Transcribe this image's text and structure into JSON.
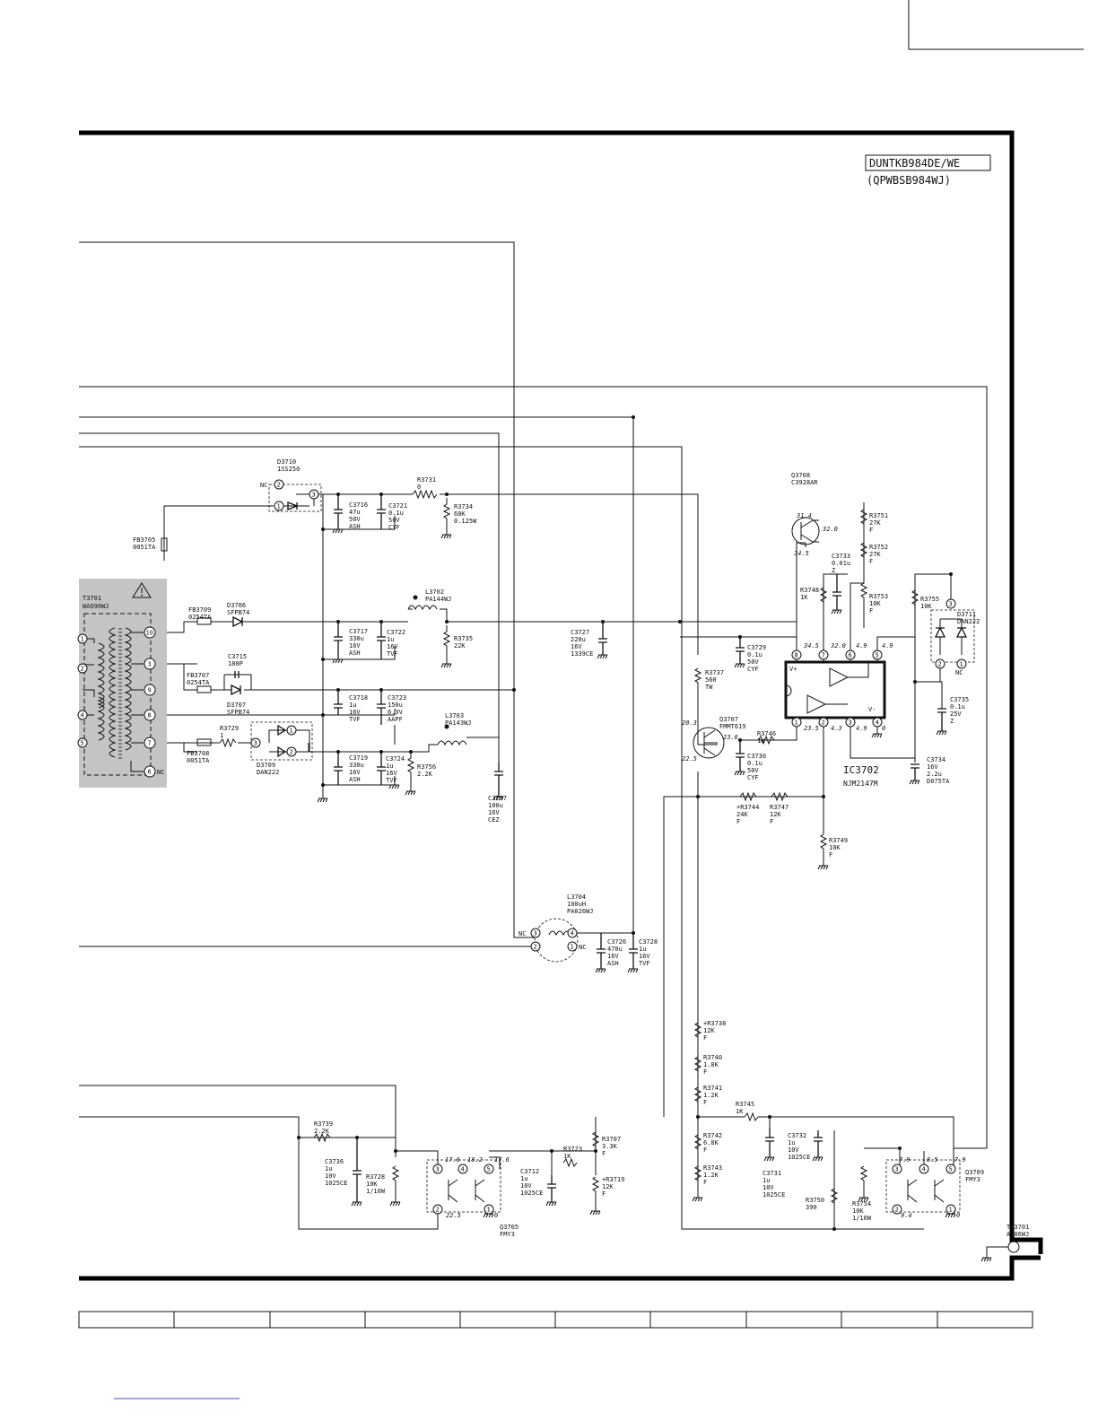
{
  "board": {
    "model": "DUNTKB984DE/WE",
    "part_code": "(QPWBSB984WJ)"
  },
  "transformer": {
    "ref": "T3701",
    "part": "WAO90WJ",
    "primary_pins": [
      "1",
      "2",
      "4",
      "5"
    ],
    "secondary_pins": [
      "10",
      "3",
      "9",
      "8",
      "7",
      "6"
    ],
    "nc": "NC"
  },
  "parts": [
    {
      "id": "d3710",
      "lines": [
        "D3710",
        "1SS250"
      ]
    },
    {
      "id": "fb3705",
      "lines": [
        "FB3705",
        "0051TA"
      ]
    },
    {
      "id": "r3731",
      "lines": [
        "R3731",
        "0"
      ]
    },
    {
      "id": "c3716",
      "lines": [
        "C3716",
        "47u",
        "50V",
        "ASH"
      ]
    },
    {
      "id": "c3721",
      "lines": [
        "C3721",
        "0.1u",
        "50V",
        "CYF"
      ]
    },
    {
      "id": "r3734",
      "lines": [
        "R3734",
        "68K",
        "0.125W"
      ]
    },
    {
      "id": "fb3709",
      "lines": [
        "FB3709",
        "0254TA"
      ]
    },
    {
      "id": "d3706",
      "lines": [
        "D3706",
        "SFPB74"
      ]
    },
    {
      "id": "l3702",
      "lines": [
        "L3702",
        "PA144WJ"
      ]
    },
    {
      "id": "c3717",
      "lines": [
        "C3717",
        "330u",
        "16V",
        "ASH"
      ]
    },
    {
      "id": "c3722",
      "lines": [
        "C3722",
        "1u",
        "16V",
        "TVF"
      ]
    },
    {
      "id": "r3735",
      "lines": [
        "R3735",
        "22K"
      ]
    },
    {
      "id": "c3727",
      "lines": [
        "C3727",
        "220u",
        "16V",
        "1339CE"
      ]
    },
    {
      "id": "c3715",
      "lines": [
        "C3715",
        "180P"
      ]
    },
    {
      "id": "fb3707",
      "lines": [
        "FB3707",
        "0254TA"
      ]
    },
    {
      "id": "d3707",
      "lines": [
        "D3707",
        "SFPB74"
      ]
    },
    {
      "id": "c3718",
      "lines": [
        "C3718",
        "1u",
        "16V",
        "TVF"
      ]
    },
    {
      "id": "c3723",
      "lines": [
        "C3723",
        "150u",
        "6.3V",
        "AAPF"
      ]
    },
    {
      "id": "l3703",
      "lines": [
        "L3703",
        "PA143WJ"
      ]
    },
    {
      "id": "r3729",
      "lines": [
        "R3729",
        "1"
      ]
    },
    {
      "id": "fb3708",
      "lines": [
        "FB3708",
        "0051TA"
      ]
    },
    {
      "id": "d3709",
      "lines": [
        "D3709",
        "DAN222"
      ]
    },
    {
      "id": "c3719",
      "lines": [
        "C3719",
        "330u",
        "16V",
        "ASH"
      ]
    },
    {
      "id": "c3724",
      "lines": [
        "C3724",
        "1u",
        "16V",
        "TVF"
      ]
    },
    {
      "id": "r3756",
      "lines": [
        "R3756",
        "2.2K"
      ]
    },
    {
      "id": "c3737",
      "lines": [
        "C3737",
        "100u",
        "16V",
        "CEZ"
      ]
    },
    {
      "id": "q3708",
      "lines": [
        "Q3708",
        "C3928AR"
      ]
    },
    {
      "id": "r3751",
      "lines": [
        "R3751",
        "27K",
        "F"
      ]
    },
    {
      "id": "r3752",
      "lines": [
        "R3752",
        "27K",
        "F"
      ]
    },
    {
      "id": "r3753",
      "lines": [
        "R3753",
        "10K",
        "F"
      ]
    },
    {
      "id": "c3733",
      "lines": [
        "C3733",
        "0.01u",
        "Z"
      ]
    },
    {
      "id": "r3748",
      "lines": [
        "R3748",
        "1K"
      ]
    },
    {
      "id": "r3755",
      "lines": [
        "R3755",
        "10K"
      ]
    },
    {
      "id": "d3711",
      "lines": [
        "D3711",
        "DAN222"
      ]
    },
    {
      "id": "c3729",
      "lines": [
        "C3729",
        "0.1u",
        "50V",
        "CYF"
      ]
    },
    {
      "id": "r3737",
      "lines": [
        "R3737",
        "560",
        "TW"
      ]
    },
    {
      "id": "q3707",
      "lines": [
        "Q3707",
        "FMMT619"
      ]
    },
    {
      "id": "r3746",
      "lines": [
        "R3746",
        "1K"
      ]
    },
    {
      "id": "c3730",
      "lines": [
        "C3730",
        "0.1u",
        "50V",
        "CYF"
      ]
    },
    {
      "id": "c3735",
      "lines": [
        "C3735",
        "0.1u",
        "25V",
        "Z"
      ]
    },
    {
      "id": "c3734",
      "lines": [
        "C3734",
        "16V",
        "2.2u",
        "D075TA"
      ]
    },
    {
      "id": "r3744",
      "lines": [
        "+R3744",
        "24K",
        "F"
      ]
    },
    {
      "id": "r3747",
      "lines": [
        "R3747",
        "12K",
        "F"
      ]
    },
    {
      "id": "r3749",
      "lines": [
        "R3749",
        "10K",
        "F"
      ]
    },
    {
      "id": "l3704",
      "lines": [
        "L3704",
        "100uH",
        "PA026WJ"
      ]
    },
    {
      "id": "c3726",
      "lines": [
        "C3726",
        "470u",
        "16V",
        "ASH"
      ]
    },
    {
      "id": "c3728",
      "lines": [
        "C3728",
        "1u",
        "16V",
        "TVF"
      ]
    },
    {
      "id": "r3738",
      "lines": [
        "+R3738",
        "12K",
        "F"
      ]
    },
    {
      "id": "r3740",
      "lines": [
        "R3740",
        "1.8K",
        "F"
      ]
    },
    {
      "id": "r3741",
      "lines": [
        "R3741",
        "1.2K",
        "F"
      ]
    },
    {
      "id": "r3745",
      "lines": [
        "R3745",
        "1K"
      ]
    },
    {
      "id": "r3742",
      "lines": [
        "R3742",
        "6.8K",
        "F"
      ]
    },
    {
      "id": "r3743",
      "lines": [
        "R3743",
        "1.2K",
        "F"
      ]
    },
    {
      "id": "c3732",
      "lines": [
        "C3732",
        "1u",
        "10V",
        "1025CE"
      ]
    },
    {
      "id": "c3731",
      "lines": [
        "C3731",
        "1u",
        "10V",
        "1025CE"
      ]
    },
    {
      "id": "r3750",
      "lines": [
        "R3750",
        "390"
      ]
    },
    {
      "id": "r3754",
      "lines": [
        "R3754",
        "10K",
        "1/10W"
      ]
    },
    {
      "id": "q3709",
      "lines": [
        "Q3709",
        "FMY3"
      ]
    },
    {
      "id": "r3739",
      "lines": [
        "R3739",
        "2.2K"
      ]
    },
    {
      "id": "c3736",
      "lines": [
        "C3736",
        "1u",
        "10V",
        "1025CE"
      ]
    },
    {
      "id": "r3728",
      "lines": [
        "R3728",
        "10K",
        "1/10W"
      ]
    },
    {
      "id": "q3705",
      "lines": [
        "Q3705",
        "FMY3"
      ]
    },
    {
      "id": "c3712",
      "lines": [
        "C3712",
        "1u",
        "10V",
        "1025CE"
      ]
    },
    {
      "id": "r3723",
      "lines": [
        "R3723",
        "1K"
      ]
    },
    {
      "id": "r3707",
      "lines": [
        "R3707",
        "3.3K",
        "F"
      ]
    },
    {
      "id": "r3719",
      "lines": [
        "+R3719",
        "12K",
        "F"
      ]
    },
    {
      "id": "tp3701",
      "lines": [
        "TP3701",
        "A006WJ"
      ]
    }
  ],
  "ic": {
    "ref": "IC3702",
    "part": "NJM2147M",
    "vplus": "V+",
    "vminus": "V-",
    "pins": [
      "8",
      "7",
      "6",
      "5",
      "1",
      "2",
      "3",
      "4"
    ]
  },
  "voltages": {
    "q3708_c": "31.4",
    "q3708_e": "32.0",
    "q3708_b": "34.5",
    "ic_p8": "34.5",
    "ic_p7": "32.0",
    "ic_p6": "4.9",
    "ic_p5": "4.9",
    "ic_p1": "23.5",
    "ic_p2": "4.3",
    "ic_p3": "4.9",
    "ic_p4": "0",
    "q3707_c": "20.3",
    "q3707_b": "23.6",
    "q3707_e": "22.5",
    "q3705_p3": "17.6",
    "q3705_p4": "18.2",
    "q3705_p5": "17.6",
    "q3705_p2": "22.5",
    "q3705_p1": "0",
    "q3709_p3": "7.9",
    "q3709_p4": "8.5",
    "q3709_p5": "7.9",
    "q3709_p2": "9.4",
    "q3709_p1": "0"
  },
  "misc": {
    "nc": "NC",
    "d3709_pins": [
      "3",
      "1",
      "2"
    ],
    "d3710_pins": [
      "2",
      "1",
      "3"
    ],
    "d3711_pins": [
      "3",
      "2",
      "1"
    ],
    "l3704_pins": [
      "3",
      "4",
      "2",
      "1"
    ]
  },
  "colors": {
    "ink": "#111111",
    "shade": "#c4c4c4",
    "paper": "#ffffff"
  }
}
